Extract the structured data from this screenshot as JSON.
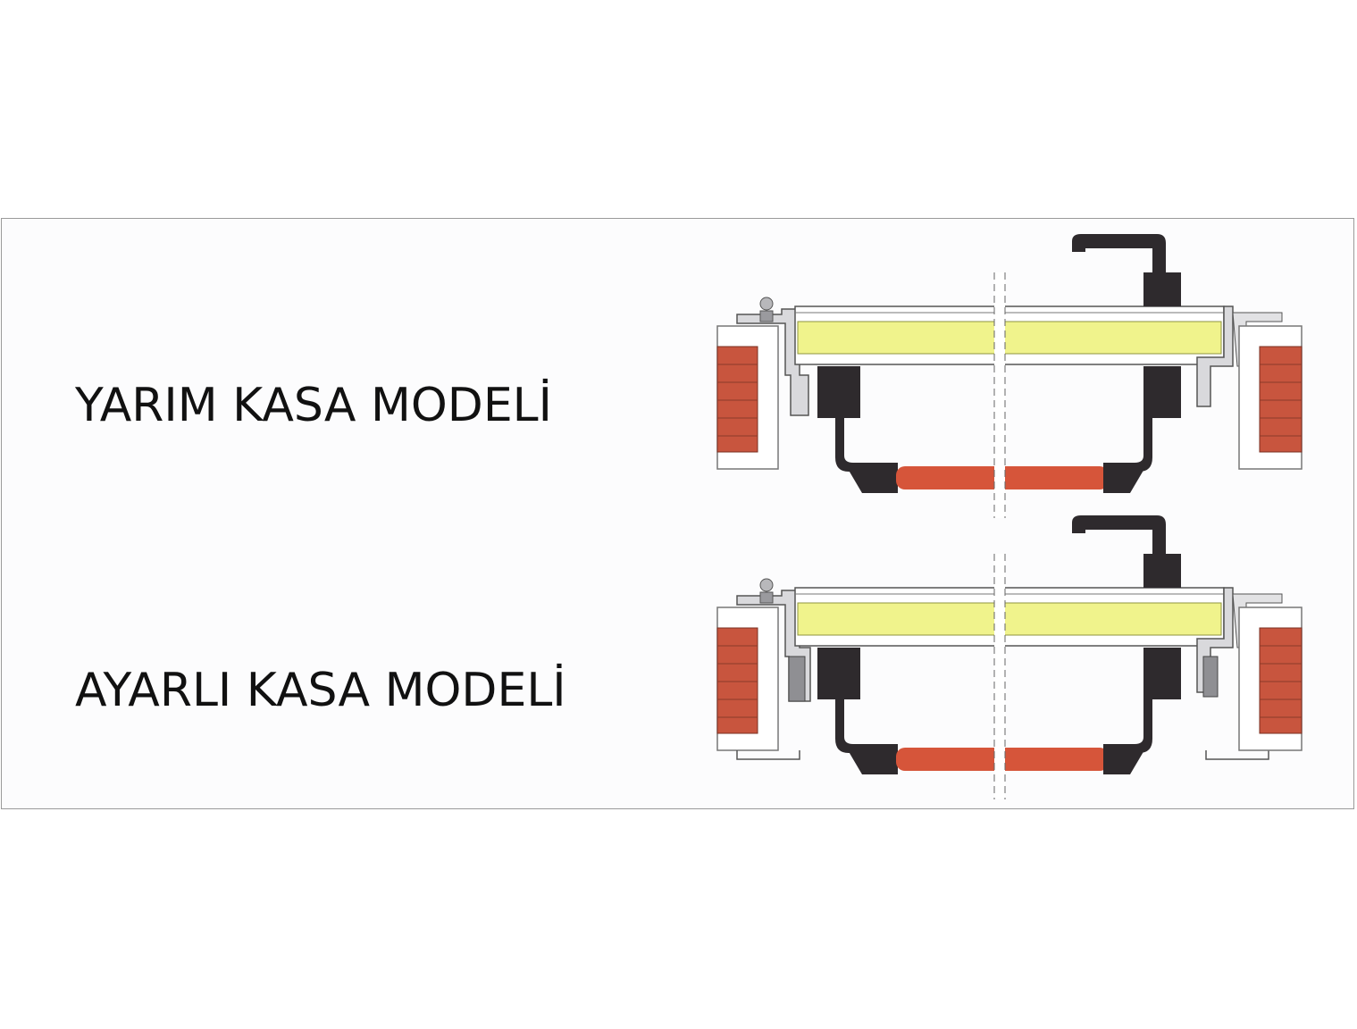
{
  "models": [
    {
      "label": "YARIM KASA MODELİ",
      "kind": "half-frame"
    },
    {
      "label": "AYARLI KASA MODELİ",
      "kind": "adjustable-frame"
    }
  ],
  "colors": {
    "panel_fill": "#f0f38c",
    "handle_red": "#d6553a",
    "handle_dark": "#2e2a2d",
    "wall_brick": "#c8553e",
    "frame_gray": "#cfcfd2",
    "outline": "#555555"
  }
}
